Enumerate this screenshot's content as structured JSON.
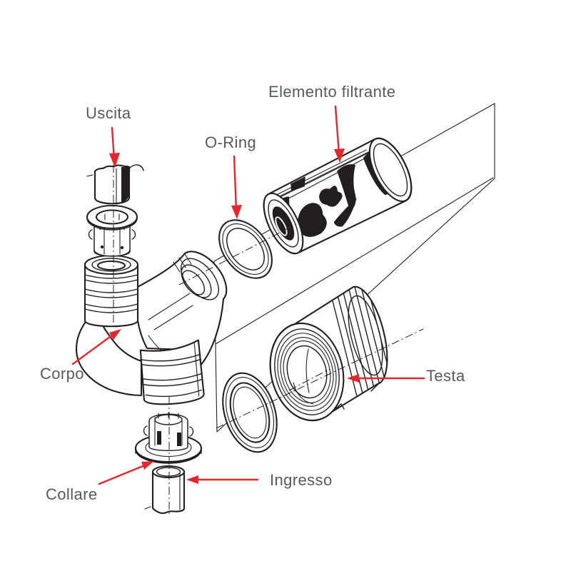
{
  "diagram": {
    "labels": {
      "uscita": "Uscita",
      "o_ring": "O-Ring",
      "elemento_filtrante": "Elemento filtrante",
      "corpo": "Corpo",
      "testa": "Testa",
      "collare": "Collare",
      "ingresso": "Ingresso"
    },
    "colors": {
      "line": "#231f20",
      "label_text": "#58595b",
      "arrow": "#e5262c",
      "background": "#ffffff"
    }
  }
}
